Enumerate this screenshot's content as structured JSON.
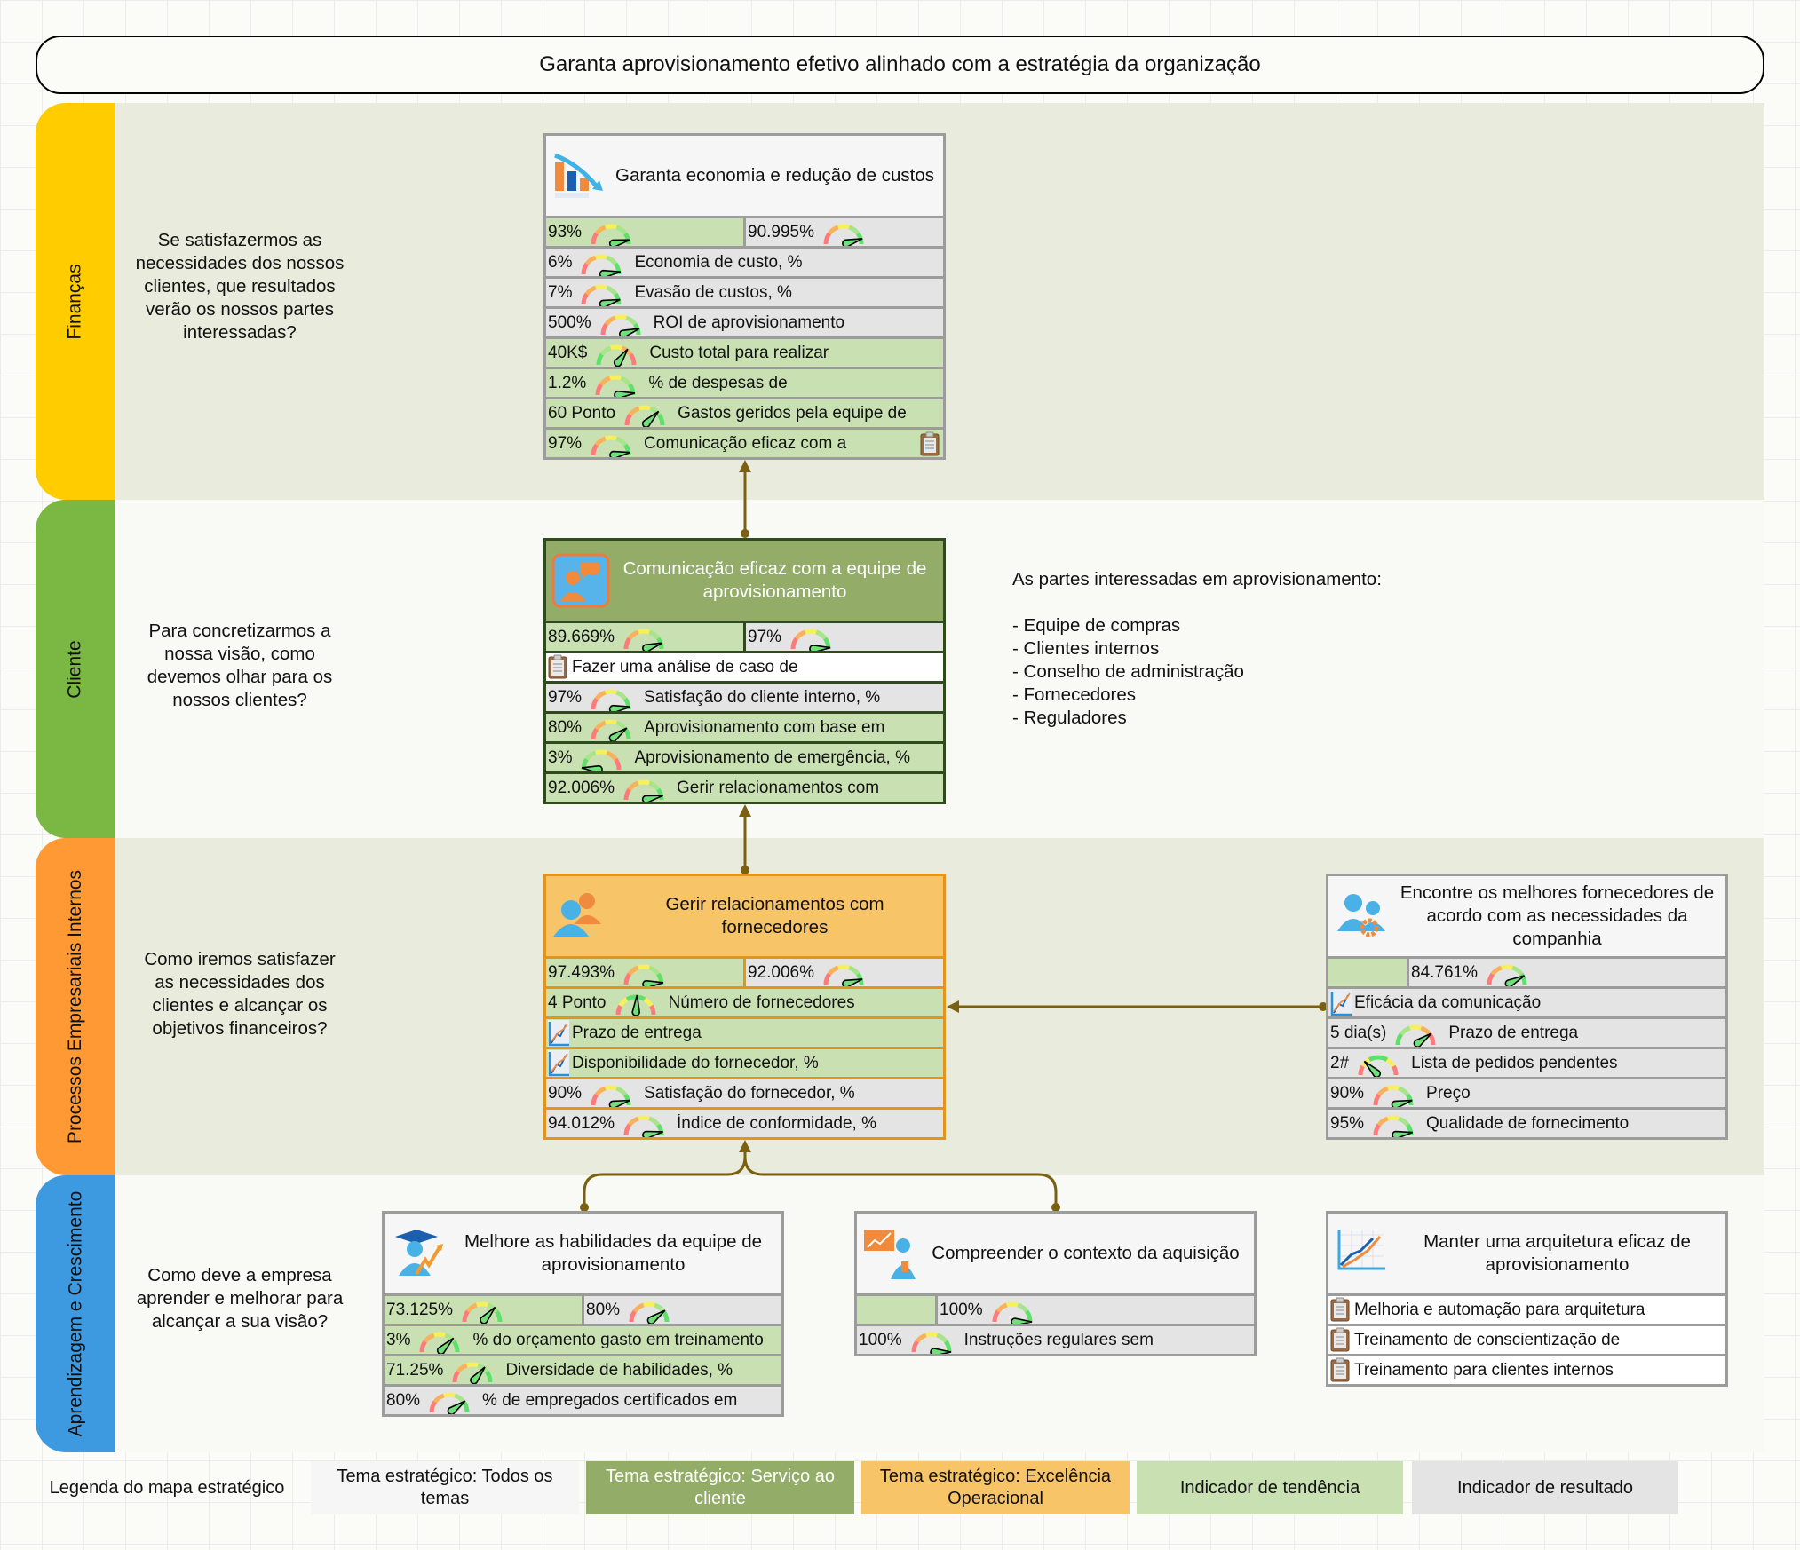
{
  "title": "Garanta aprovisionamento efetivo alinhado com a estratégia da organização",
  "colors": {
    "finance": "#ffcc00",
    "customer": "#7bb843",
    "internal": "#ff9933",
    "learning": "#3d9ae0",
    "lane_shaded": "#e9ecdd",
    "lane_light": "#f9faf5",
    "leading_indicator": "#c9e1b2",
    "lagging_indicator": "#e4e4e4",
    "theme_client": "#93ad68",
    "theme_ops": "#f7c468",
    "connector": "#7a6010"
  },
  "lanes": [
    {
      "name": "Finanças",
      "question": "Se satisfazermos as necessidades dos nossos clientes, que resultados verão os nossos partes interessadas?"
    },
    {
      "name": "Cliente",
      "question": "Para concretizarmos a nossa visão, como devemos olhar para os nossos clientes?"
    },
    {
      "name": "Processos Empresariais Internos",
      "question": "Como iremos satisfazer as necessidades dos clientes e alcançar os objetivos financeiros?"
    },
    {
      "name": "Aprendizagem e Crescimento",
      "question": "Como deve a empresa aprender e melhorar para alcançar a sua visão?"
    }
  ],
  "stakeholders_note": "As partes interessadas em aprovisionamento:\n\n- Equipe de compras\n- Clientes internos\n- Conselho de administração\n- Fornecedores\n- Reguladores",
  "objectives": {
    "finance": {
      "title": "Garanta economia e redução de custos",
      "icon": "cost-reduction-chart-icon",
      "summary": [
        {
          "type": "lead",
          "value": "93%",
          "gauge": {
            "level": 0.93,
            "scale": "normal"
          }
        },
        {
          "type": "lag",
          "value": "90.995%",
          "gauge": {
            "level": 0.91,
            "scale": "normal"
          }
        }
      ],
      "rows": [
        {
          "type": "lag",
          "value": "6%",
          "label": "Economia de custo, %",
          "gauge": {
            "level": 0.96,
            "scale": "normal"
          }
        },
        {
          "type": "lag",
          "value": "7%",
          "label": "Evasão de custos, %",
          "gauge": {
            "level": 0.92,
            "scale": "normal"
          }
        },
        {
          "type": "lag",
          "value": "500%",
          "label": "ROI de aprovisionamento",
          "gauge": {
            "level": 0.9,
            "scale": "normal"
          }
        },
        {
          "type": "lead",
          "value": "40K$",
          "label": "Custo total para realizar",
          "gauge": {
            "level": 0.3,
            "scale": "reversed"
          }
        },
        {
          "type": "lead",
          "value": "1.2%",
          "label": "% de despesas de",
          "gauge": {
            "level": 0.97,
            "scale": "normal"
          }
        },
        {
          "type": "lead",
          "value": "60 Ponto",
          "label": "Gastos geridos pela equipe de",
          "gauge": {
            "level": 0.75,
            "scale": "normal"
          }
        },
        {
          "type": "lead",
          "value": "97%",
          "label": "Comunicação eficaz com a",
          "gauge": {
            "level": 0.95,
            "scale": "normal"
          },
          "trailing_icon": "clipboard-icon"
        }
      ]
    },
    "customer": {
      "title": "Comunicação eficaz com a equipe de aprovisionamento",
      "icon": "communication-person-icon",
      "summary": [
        {
          "type": "lead",
          "value": "89.669%",
          "gauge": {
            "level": 0.9,
            "scale": "normal"
          }
        },
        {
          "type": "lag",
          "value": "97%",
          "gauge": {
            "level": 0.98,
            "scale": "normal"
          }
        }
      ],
      "rows": [
        {
          "type": "white",
          "label": "Fazer uma análise de caso de",
          "icon": "clipboard-icon"
        },
        {
          "type": "lag",
          "value": "97%",
          "label": "Satisfação do cliente interno, %",
          "gauge": {
            "level": 0.96,
            "scale": "normal"
          }
        },
        {
          "type": "lead",
          "value": "80%",
          "label": "Aprovisionamento com base em",
          "gauge": {
            "level": 0.8,
            "scale": "normal"
          }
        },
        {
          "type": "lead",
          "value": "3%",
          "label": "Aprovisionamento de emergência, %",
          "gauge": {
            "level": 0.97,
            "scale": "reversed"
          }
        },
        {
          "type": "lead",
          "value": "92.006%",
          "label": "Gerir relacionamentos com",
          "gauge": {
            "level": 0.93,
            "scale": "normal"
          }
        }
      ]
    },
    "supplier_relations": {
      "title": "Gerir relacionamentos com fornecedores",
      "icon": "people-group-icon",
      "summary": [
        {
          "type": "lead",
          "value": "97.493%",
          "gauge": {
            "level": 0.97,
            "scale": "normal"
          }
        },
        {
          "type": "lag",
          "value": "92.006%",
          "gauge": {
            "level": 0.91,
            "scale": "normal"
          }
        }
      ],
      "rows": [
        {
          "type": "lead",
          "value": "4 Ponto",
          "label": "Número de fornecedores",
          "gauge": {
            "level": 0.52,
            "scale": "center"
          }
        },
        {
          "type": "lead",
          "label": "Prazo de entrega",
          "icon": "trend-chart-icon"
        },
        {
          "type": "lead",
          "label": "Disponibilidade do fornecedor, %",
          "icon": "trend-chart-icon"
        },
        {
          "type": "lag",
          "value": "90%",
          "label": "Satisfação do fornecedor, %",
          "gauge": {
            "level": 0.92,
            "scale": "normal"
          }
        },
        {
          "type": "lag",
          "value": "94.012%",
          "label": "Índice de conformidade, %",
          "gauge": {
            "level": 0.94,
            "scale": "normal"
          }
        }
      ]
    },
    "best_suppliers": {
      "title": "Encontre os melhores fornecedores de acordo com as necessidades da companhia",
      "icon": "people-gear-icon",
      "summary": [
        {
          "type": "lead",
          "value": "",
          "gauge": null
        },
        {
          "type": "lag",
          "value": "84.761%",
          "gauge": {
            "level": 0.85,
            "scale": "normal"
          }
        }
      ],
      "rows": [
        {
          "type": "lag",
          "label": "Eficácia da comunicação",
          "icon": "trend-chart-icon"
        },
        {
          "type": "lag",
          "value": "5 dia(s)",
          "label": "Prazo de entrega",
          "gauge": {
            "level": 0.2,
            "scale": "reversed"
          }
        },
        {
          "type": "lag",
          "value": "2#",
          "label": "Lista de pedidos pendentes",
          "gauge": {
            "level": 0.25,
            "scale": "center"
          }
        },
        {
          "type": "lag",
          "value": "90%",
          "label": "Preço",
          "gauge": {
            "level": 0.92,
            "scale": "normal"
          }
        },
        {
          "type": "lag",
          "value": "95%",
          "label": "Qualidade de fornecimento",
          "gauge": {
            "level": 0.95,
            "scale": "normal"
          }
        }
      ]
    },
    "skills": {
      "title": "Melhore as habilidades da equipe de aprovisionamento",
      "icon": "graduate-growth-icon",
      "summary": [
        {
          "type": "lead",
          "value": "73.125%",
          "gauge": {
            "level": 0.73,
            "scale": "normal"
          }
        },
        {
          "type": "lag",
          "value": "80%",
          "gauge": {
            "level": 0.8,
            "scale": "normal"
          }
        }
      ],
      "rows": [
        {
          "type": "lead",
          "value": "3%",
          "label": "% do orçamento gasto em treinamento",
          "gauge": {
            "level": 0.75,
            "scale": "normal"
          }
        },
        {
          "type": "lead",
          "value": "71.25%",
          "label": "Diversidade de habilidades, %",
          "gauge": {
            "level": 0.72,
            "scale": "normal"
          }
        },
        {
          "type": "lag",
          "value": "80%",
          "label": "% de empregados certificados em",
          "gauge": {
            "level": 0.8,
            "scale": "normal"
          }
        }
      ]
    },
    "context": {
      "title": "Compreender o contexto da aquisição",
      "icon": "presenter-icon",
      "summary": [
        {
          "type": "lead",
          "value": "",
          "gauge": null
        },
        {
          "type": "lag",
          "value": "100%",
          "gauge": {
            "level": 1.0,
            "scale": "normal"
          }
        }
      ],
      "rows": [
        {
          "type": "lag",
          "value": "100%",
          "label": "Instruções regulares sem",
          "gauge": {
            "level": 1.0,
            "scale": "normal"
          }
        }
      ]
    },
    "architecture": {
      "title": "Manter uma arquitetura eficaz de aprovisionamento",
      "icon": "growth-chart-icon",
      "summary": null,
      "rows": [
        {
          "type": "white",
          "label": "Melhoria e automação para arquitetura",
          "icon": "clipboard-icon"
        },
        {
          "type": "white",
          "label": "Treinamento de conscientização de",
          "icon": "clipboard-icon"
        },
        {
          "type": "white",
          "label": "Treinamento para clientes internos",
          "icon": "clipboard-icon"
        }
      ]
    }
  },
  "legend": {
    "title": "Legenda do mapa estratégico",
    "items": [
      {
        "label": "Tema estratégico: Todos os temas"
      },
      {
        "label": "Tema estratégico: Serviço ao cliente"
      },
      {
        "label": "Tema estratégico: Excelência Operacional"
      },
      {
        "label": "Indicador de tendência"
      },
      {
        "label": "Indicador de resultado"
      }
    ]
  }
}
